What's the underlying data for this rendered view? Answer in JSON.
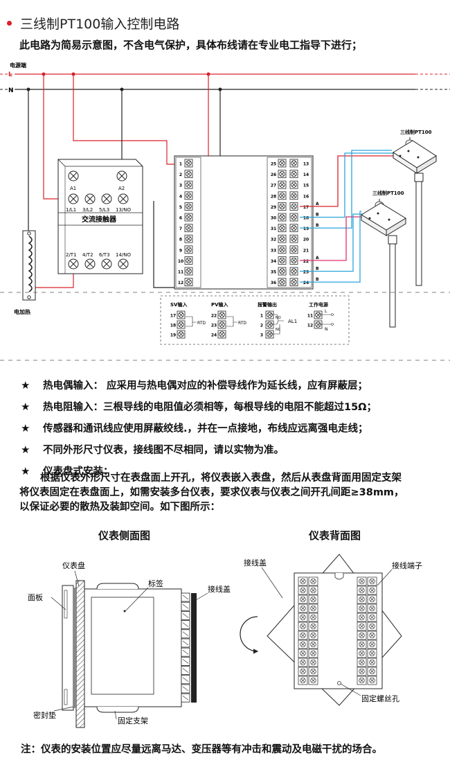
{
  "header": {
    "title": "三线制PT100输入控制电路",
    "subtitle": "此电路为简易示意图，不含电气保护，具体布线请在专业电工指导下进行；"
  },
  "circuit": {
    "power_label": "电源端",
    "line_L": "L",
    "line_N": "N",
    "heater_label": "电加热",
    "contactor": {
      "title": "交流接触器",
      "coil_a1": "A1",
      "coil_a2": "A2",
      "top_terms": [
        "1/L1",
        "3/L2",
        "5/L3",
        "13/NO"
      ],
      "bottom_terms": [
        "2/T1",
        "4/T2",
        "6/T3",
        "14/NO"
      ]
    },
    "left_terminals": [
      "1",
      "2",
      "3",
      "4",
      "5",
      "6",
      "7",
      "8",
      "9",
      "10",
      "11",
      "12"
    ],
    "right_terminals_left": [
      "25",
      "26",
      "27",
      "28",
      "29",
      "30",
      "31",
      "32",
      "33",
      "34",
      "35",
      "36"
    ],
    "right_terminals_right": [
      "13",
      "14",
      "15",
      "16",
      "17",
      "18",
      "19",
      "20",
      "21",
      "22",
      "23",
      "24"
    ],
    "wire_tags": [
      "A",
      "B",
      "B",
      "A",
      "B",
      "B"
    ],
    "sensor1_label": "三线制PT100",
    "sensor2_label": "三线制PT100",
    "legend": {
      "sv_title": "SV输入",
      "sv_terms": [
        "17",
        "18",
        "19"
      ],
      "sv_rtd": "RTD",
      "pv_title": "PV输入",
      "pv_terms": [
        "22",
        "23",
        "24"
      ],
      "pv_rtd": "RTD",
      "alarm_title": "报警输出",
      "alarm_terms": [
        "1",
        "2",
        "3"
      ],
      "alarm_no": "NO",
      "alarm_nc": "NC",
      "alarm_label": "AL1",
      "power_title": "工作电源",
      "power_terms": [
        "11",
        "12"
      ],
      "power_l": "L",
      "power_n": "N"
    }
  },
  "notes": [
    "热电偶输入： 应采用与热电偶对应的补偿导线作为延长线，应有屏蔽层；",
    "热电阻输入：三根导线的电阻值必须相等，每根导线的电阻不能超过15Ω；",
    "传感器和通讯线应使用屏蔽绞线.，并在一点接地，布线应远离强电走线；",
    "不同外形尺寸仪表，接线图不尽相同，请以实物为准。",
    "仪表盘式安装："
  ],
  "note_star": "★",
  "install_text_line1": "根据仪表外形尺寸在表盘面上开孔，将仪表嵌入表盘，然后从表盘背面用固定支架",
  "install_text_line2": "将仪表固定在表盘面上，如需安装多台仪表，要求仪表与仪表之间开孔间距≥38mm，",
  "install_text_line3": "以保证必要的散热及装卸空间。如下图所示：",
  "side_view": {
    "title": "仪表侧面图",
    "panel_label": "仪表盘",
    "face_label": "面板",
    "tag_label": "标签",
    "cover_label": "接线盖",
    "seal_label": "密封垫",
    "bracket_label": "固定支架"
  },
  "back_view": {
    "title": "仪表背面图",
    "cover_label": "接线盖",
    "terminal_label": "接线端子",
    "screw_label": "固定螺丝孔"
  },
  "footer": "注：仪表的安装位置应尽量远离马达、变压器等有冲击和震动及电磁干扰的场合。",
  "colors": {
    "accent_red": "#d9212a",
    "wire_red": "#d9212a",
    "wire_blue": "#29a3dc",
    "wire_pink": "#e0306e",
    "line_dark": "#222222"
  }
}
